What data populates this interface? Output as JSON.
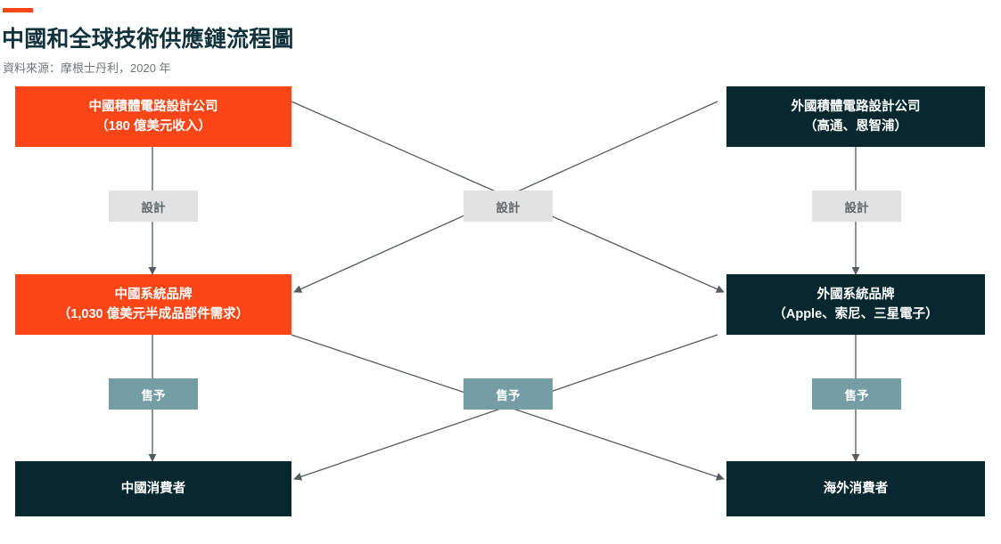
{
  "header": {
    "accent_color": "#fa4616",
    "title": "中國和全球技術供應鏈流程圖",
    "subtitle": "資料來源：摩根士丹利，2020 年"
  },
  "palette": {
    "orange": "#fa4616",
    "navy": "#06282e",
    "teal": "#749ea3",
    "grey_label": "#e2e2e2",
    "grey_label_text": "#62676a",
    "arrow": "#555c5f",
    "title_text": "#12333c",
    "subtitle_text": "#6f7579",
    "background": "#ffffff"
  },
  "nodes": [
    {
      "id": "china-ic-design",
      "line1": "中國積體電路設計公司",
      "line2": "（180 億美元收入）",
      "color": "orange"
    },
    {
      "id": "foreign-ic-design",
      "line1": "外國積體電路設計公司",
      "line2": "（高通、恩智浦）",
      "color": "navy"
    },
    {
      "id": "china-system-brand",
      "line1": "中國系統品牌",
      "line2": "（1,030 億美元半成品部件需求）",
      "color": "orange"
    },
    {
      "id": "foreign-system-brand",
      "line1": "外國系統品牌",
      "line2": "（Apple、索尼、三星電子）",
      "color": "navy"
    },
    {
      "id": "china-consumers",
      "line1": "中國消費者",
      "line2": "",
      "color": "navy"
    },
    {
      "id": "overseas-consumers",
      "line1": "海外消費者",
      "line2": "",
      "color": "navy"
    }
  ],
  "edge_labels": [
    {
      "id": "design-left",
      "text": "設計",
      "style": "grey"
    },
    {
      "id": "design-center",
      "text": "設計",
      "style": "grey"
    },
    {
      "id": "design-right",
      "text": "設計",
      "style": "grey"
    },
    {
      "id": "sell-left",
      "text": "售予",
      "style": "teal"
    },
    {
      "id": "sell-center",
      "text": "售予",
      "style": "teal"
    },
    {
      "id": "sell-right",
      "text": "售予",
      "style": "teal"
    }
  ],
  "flows": [
    {
      "from": "china-ic-design",
      "to": "china-system-brand",
      "label": "設計"
    },
    {
      "from": "foreign-ic-design",
      "to": "foreign-system-brand",
      "label": "設計"
    },
    {
      "from": "china-ic-design",
      "to": "foreign-system-brand",
      "label": "設計"
    },
    {
      "from": "foreign-ic-design",
      "to": "china-system-brand",
      "label": "設計"
    },
    {
      "from": "china-system-brand",
      "to": "china-consumers",
      "label": "售予"
    },
    {
      "from": "foreign-system-brand",
      "to": "overseas-consumers",
      "label": "售予"
    },
    {
      "from": "china-system-brand",
      "to": "overseas-consumers",
      "label": "售予"
    },
    {
      "from": "foreign-system-brand",
      "to": "china-consumers",
      "label": "售予"
    }
  ]
}
